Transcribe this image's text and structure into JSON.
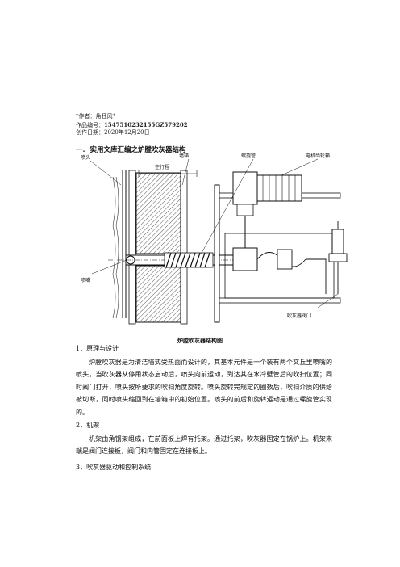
{
  "meta": {
    "author": "*作者：角狂风*",
    "code_label": "作品编号：",
    "code_value": "1547510232155GZ579202",
    "date_label": "创作日期：",
    "date_value": "2020年12月20日"
  },
  "heading": {
    "number": "一.",
    "title": "实用文库汇编之炉膛吹灰器结构"
  },
  "figure": {
    "labels": {
      "nozzle_head": "喷头",
      "travel": "空行程",
      "wall_box": "墙箱",
      "screw_tube": "螺旋管",
      "motor_gearbox": "电机齿轮箱",
      "nozzle": "喷嘴",
      "valve": "吹灰器阀门"
    },
    "caption": "炉膛吹灰器结构图"
  },
  "sections": [
    {
      "title": "1．原理与设计",
      "text": "炉膛吹灰器是为清洁墙式受热面而设计的，其基本元件是一个装有两个文丘里喷嘴的喷头。当吹灰器从停用状态启动后，喷头向前运动，到达其在水冷壁管后的吹扫位置；同时阀门打开，喷头按所要求的吹扫角度旋转。喷头旋转完规定的圈数后，吹扫介质的供给被切断，同时喷头缩回到在墙箱中的初始位置。喷头的前后和旋转运动是通过螺旋管实现的。"
    },
    {
      "title": "2．机架",
      "text": "机架由角钢架组成，在前面板上焊有托架。通过托架，吹灰器固定在锅炉上。机架末端是阀门连接板，阀门和内管固定在连接板上。"
    },
    {
      "title": "3．吹灰器驱动和控制系统",
      "text": ""
    }
  ]
}
